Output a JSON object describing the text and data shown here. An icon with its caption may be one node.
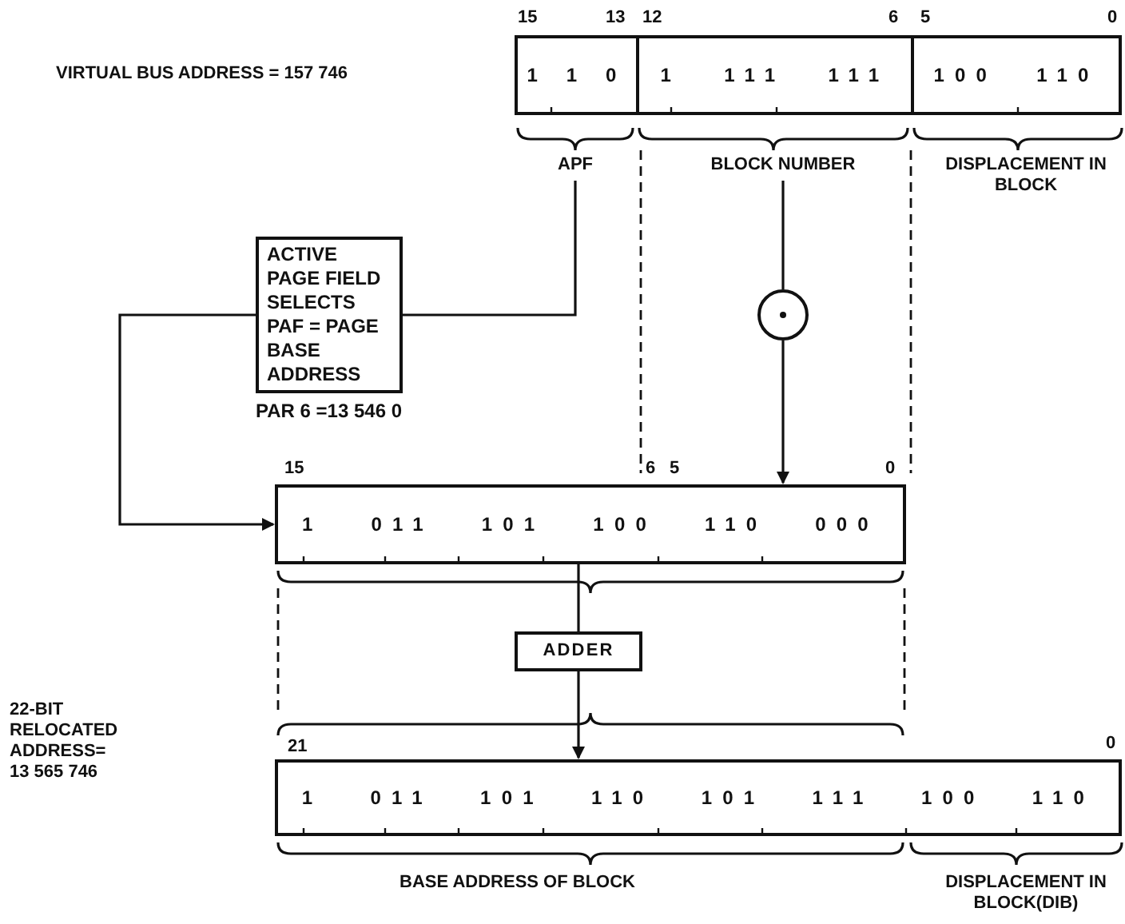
{
  "diagram": {
    "nodes": [
      {
        "text": [
          "1 1 0"
        ]
      },
      {
        "text": [
          "1 111 111"
        ]
      },
      {
        "text": [
          "100 110"
        ]
      },
      {
        "text": [
          "APF"
        ]
      },
      {
        "text": [
          "BLOCK NUMBER"
        ]
      },
      {
        "text": [],
        "shape": "circle"
      },
      {
        "text": [
          "ACTIVE PAGE FIELD SELECTS PAF = PAGE BASE ADDRESS"
        ],
        "beside": [
          "PAR 6 =13 546 0"
        ]
      },
      {
        "text": [
          "1 011 101 100 110 000"
        ]
      },
      {
        "text": [
          "ADDER"
        ]
      },
      {
        "text": [
          "1 011 101 110 101 111 100 110"
        ]
      }
    ],
    "edges": [
      {
        "from": 3,
        "to": 6,
        "arrow": "none"
      },
      {
        "from": 6,
        "to": 7,
        "arrow": "to"
      },
      {
        "from": 4,
        "to": 5,
        "arrow": "none"
      },
      {
        "from": 5,
        "to": 7,
        "arrow": "to"
      },
      {
        "from": 7,
        "to": 8,
        "arrow": "none"
      },
      {
        "from": 8,
        "to": 9,
        "arrow": "to"
      }
    ],
    "labels": [
      "15",
      "13",
      "12",
      "6",
      "5",
      "0",
      "VIRTUAL BUS ADDRESS = 157 746",
      "DISPLACEMENT IN BLOCK",
      "15",
      "6",
      "5",
      "0",
      "21",
      "0",
      "22-BIT RELOCATED ADDRESS= 13 565 746",
      "BASE ADDRESS OF BLOCK",
      "DISPLACEMENT IN BLOCK(DIB)"
    ]
  }
}
